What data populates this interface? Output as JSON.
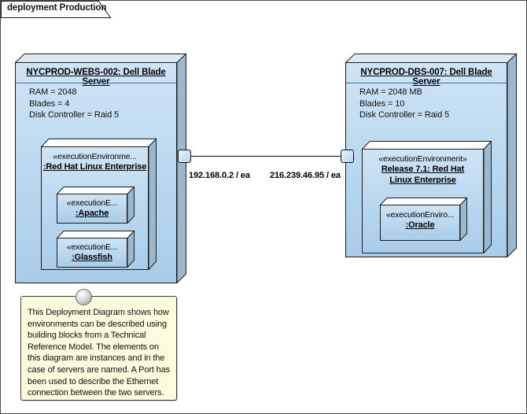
{
  "diagram": {
    "tab_label": "deployment Production",
    "background": "#ffffff",
    "border_color": "#4a4a4a"
  },
  "colors": {
    "node_fill_top": "#cfe4f5",
    "node_fill_bottom": "#a9cde9",
    "node_border": "#1d1d1d",
    "node_side": "#9cb8cf",
    "note_fill": "#fbfbdd",
    "note_border": "#3d3d3d",
    "connector": "#101010",
    "port_fill": "#cfe3f6"
  },
  "nodes": {
    "web_server": {
      "title": "NYCPROD-WEBS-002: Dell Blade Server",
      "attributes": [
        "RAM = 2048",
        "Blades = 4",
        "Disk Controller = Raid 5"
      ],
      "execution_environment": {
        "stereotype": "«executionEnvironme...",
        "name": ":Red Hat Linux Enterprise",
        "children": [
          {
            "stereotype": "«executionE...",
            "name": ":Apache"
          },
          {
            "stereotype": "«executionE...",
            "name": ":Glassfish"
          }
        ]
      }
    },
    "db_server": {
      "title": "NYCPROD-DBS-007: Dell Blade Server",
      "attributes": [
        "RAM = 2048 MB",
        "Blades = 10",
        "Disk Controller = Raid 5"
      ],
      "execution_environment": {
        "stereotype": "«executionEnvironment»",
        "name": "Release 7.1: Red Hat Linux Enterprise",
        "children": [
          {
            "stereotype": "«executionEnviro...",
            "name": ":Oracle"
          }
        ]
      }
    }
  },
  "ports": {
    "left_label": "192.168.0.2 / ea",
    "right_label": "216.239.46.95 / ea"
  },
  "note": {
    "text": "This Deployment Diagram shows how environments can be described using building blocks from a Technical Reference Model. The elements on this diagram are instances and in the case of servers are named. A Port has been used to describe the Ethernet connection between the two servers."
  }
}
